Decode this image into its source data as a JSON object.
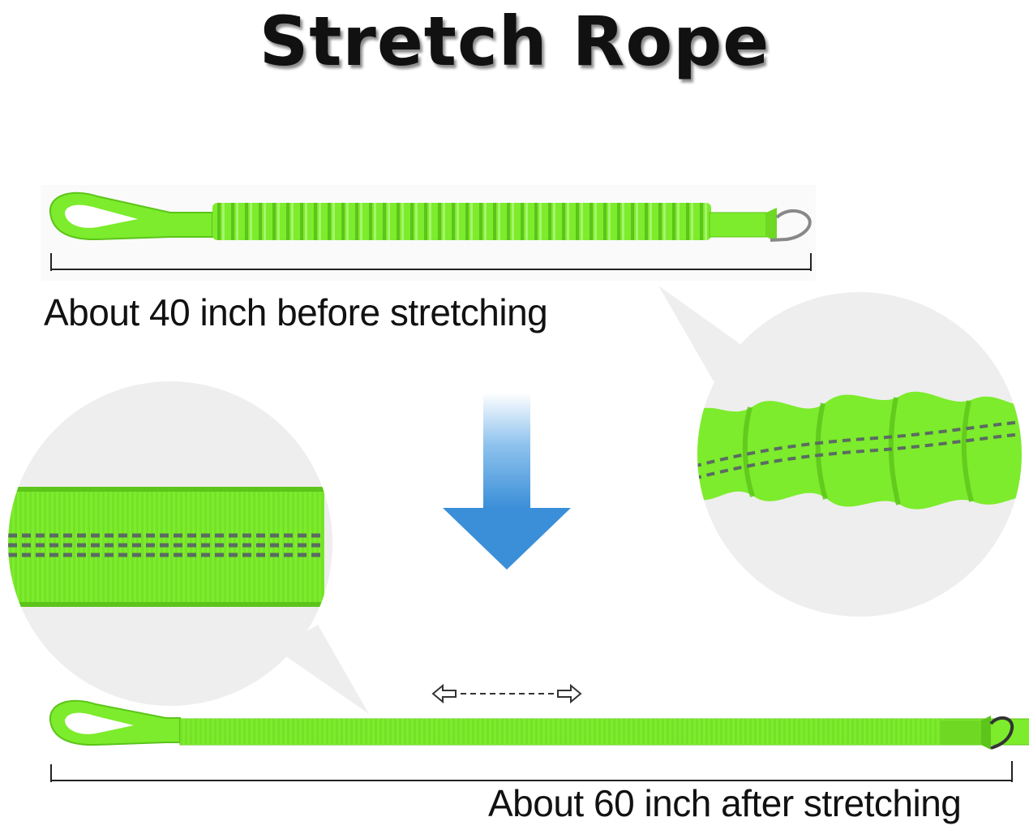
{
  "title": "Stretch Rope",
  "captions": {
    "before": "About 40 inch before stretching",
    "after": "About 60 inch after stretching"
  },
  "colors": {
    "rope_green": "#7cec2c",
    "rope_dark_green": "#5cc41a",
    "stitch_gray": "#5b6b62",
    "arrow_blue": "#3b8fd8",
    "bubble_gray": "#eeeeee"
  },
  "icons": {
    "down_arrow": "arrow-down-icon",
    "stretch_arrows": "double-arrow-icon"
  }
}
